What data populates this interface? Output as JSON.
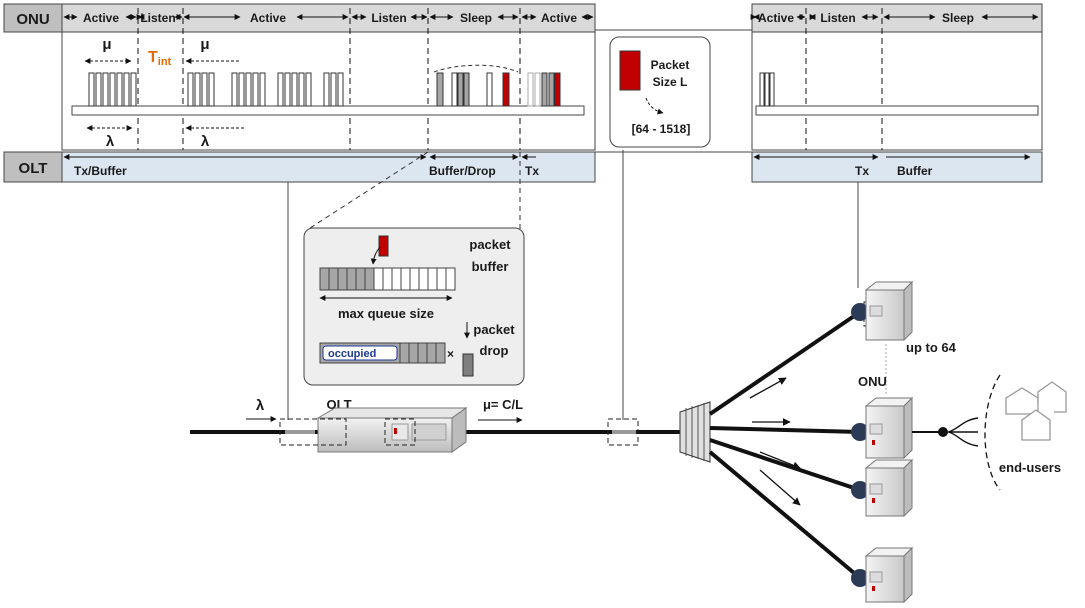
{
  "onu_label": "ONU",
  "olt_label": "OLT",
  "timeline_left_states": [
    "Active",
    "Listen",
    "Active",
    "Listen",
    "Sleep",
    "Active"
  ],
  "timeline_right_states": [
    "Active",
    "Listen",
    "Sleep"
  ],
  "mu_symbol": "μ",
  "lambda_symbol": "λ",
  "tint_base": "T",
  "tint_sub": "int",
  "olt_left_labels": [
    "Tx/Buffer",
    "Buffer/Drop",
    "Tx"
  ],
  "olt_right_labels": [
    "Tx",
    "Buffer"
  ],
  "packet_size_label_1": "Packet",
  "packet_size_label_2": "Size L",
  "packet_size_range": "[64 - 1518]",
  "buffer_title_1": "packet",
  "buffer_title_2": "buffer",
  "max_queue_label": "max queue size",
  "drop_label_1": "packet",
  "drop_label_2": "drop",
  "occupied_label": "occupied",
  "olt_device_label": "OLT",
  "rate_label": "μ= C/L",
  "up_to_label": "up to 64",
  "onu_device_label": "ONU",
  "end_users_label": "end-users",
  "colors": {
    "header_gray": "#d9d9d9",
    "olt_bar_blue": "#dce6f1",
    "packet_red": "#c00000",
    "packet_gray": "#a6a6a6",
    "tint_orange": "#e36c09"
  }
}
